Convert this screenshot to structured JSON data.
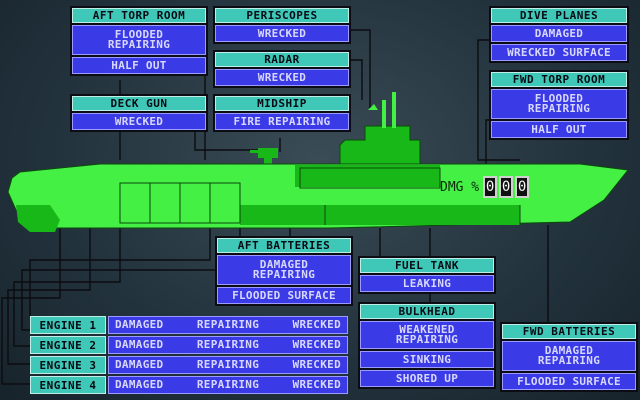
{
  "compartments": {
    "aft_torp_room": {
      "title": "AFT TORP ROOM",
      "status1": "FLOODED",
      "status2": "REPAIRING",
      "status3": "HALF OUT"
    },
    "periscopes": {
      "title": "PERISCOPES",
      "status": "WRECKED"
    },
    "radar": {
      "title": "RADAR",
      "status": "WRECKED"
    },
    "deck_gun": {
      "title": "DECK GUN",
      "status": "WRECKED"
    },
    "midship": {
      "title": "MIDSHIP",
      "status": "FIRE REPAIRING"
    },
    "dive_planes": {
      "title": "DIVE PLANES",
      "status1": "DAMAGED",
      "status2": "WRECKED SURFACE"
    },
    "fwd_torp_room": {
      "title": "FWD TORP ROOM",
      "status1": "FLOODED",
      "status2": "REPAIRING",
      "status3": "HALF OUT"
    },
    "aft_batteries": {
      "title": "AFT  BATTERIES",
      "status1": "DAMAGED",
      "status2": "REPAIRING",
      "status3": "FLOODED SURFACE"
    },
    "fuel_tank": {
      "title": "FUEL TANK",
      "status": "LEAKING"
    },
    "bulkhead": {
      "title": "BULKHEAD",
      "status1": "WEAKENED",
      "status2": "REPAIRING",
      "status3": "SINKING",
      "status4": "SHORED UP"
    },
    "fwd_batteries": {
      "title": "FWD  BATTERIES",
      "status1": "DAMAGED",
      "status2": "REPAIRING",
      "status3": "FLOODED SURFACE"
    }
  },
  "engines": [
    {
      "label": "ENGINE 1",
      "s1": "DAMAGED",
      "s2": "REPAIRING",
      "s3": "WRECKED"
    },
    {
      "label": "ENGINE 2",
      "s1": "DAMAGED",
      "s2": "REPAIRING",
      "s3": "WRECKED"
    },
    {
      "label": "ENGINE 3",
      "s1": "DAMAGED",
      "s2": "REPAIRING",
      "s3": "WRECKED"
    },
    {
      "label": "ENGINE 4",
      "s1": "DAMAGED",
      "s2": "REPAIRING",
      "s3": "WRECKED"
    }
  ],
  "damage": {
    "label": "DMG %",
    "digits": [
      "0",
      "0",
      "0"
    ]
  },
  "colors": {
    "hull_light": "#44f044",
    "hull_dark": "#18b818",
    "header": "#3fc8b8",
    "cell": "#3a3ae6"
  }
}
